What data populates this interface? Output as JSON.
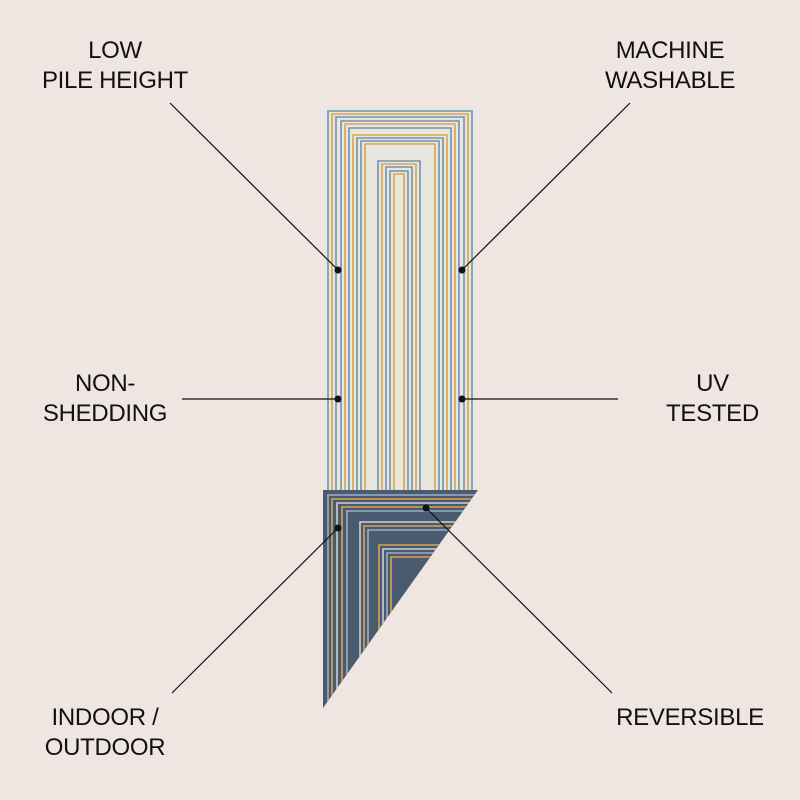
{
  "colors": {
    "background": "#efe6e2",
    "rug_front": "#e9e6df",
    "rug_back": "#4a5a70",
    "stripe_blue": "#6f93b0",
    "stripe_gold": "#d9a54a",
    "stripe_light": "#c9d3dc",
    "text": "#111111",
    "leader_line": "#111111"
  },
  "features": [
    {
      "id": "low-pile-height",
      "line1": "LOW",
      "line2": "PILE HEIGHT"
    },
    {
      "id": "machine-washable",
      "line1": "MACHINE",
      "line2": "WASHABLE"
    },
    {
      "id": "non-shedding",
      "line1": "NON-",
      "line2": "SHEDDING"
    },
    {
      "id": "uv-tested",
      "line1": "UV",
      "line2": "TESTED"
    },
    {
      "id": "indoor-outdoor",
      "line1": "INDOOR /",
      "line2": "OUTDOOR"
    },
    {
      "id": "reversible",
      "line1": "REVERSIBLE",
      "line2": ""
    }
  ]
}
